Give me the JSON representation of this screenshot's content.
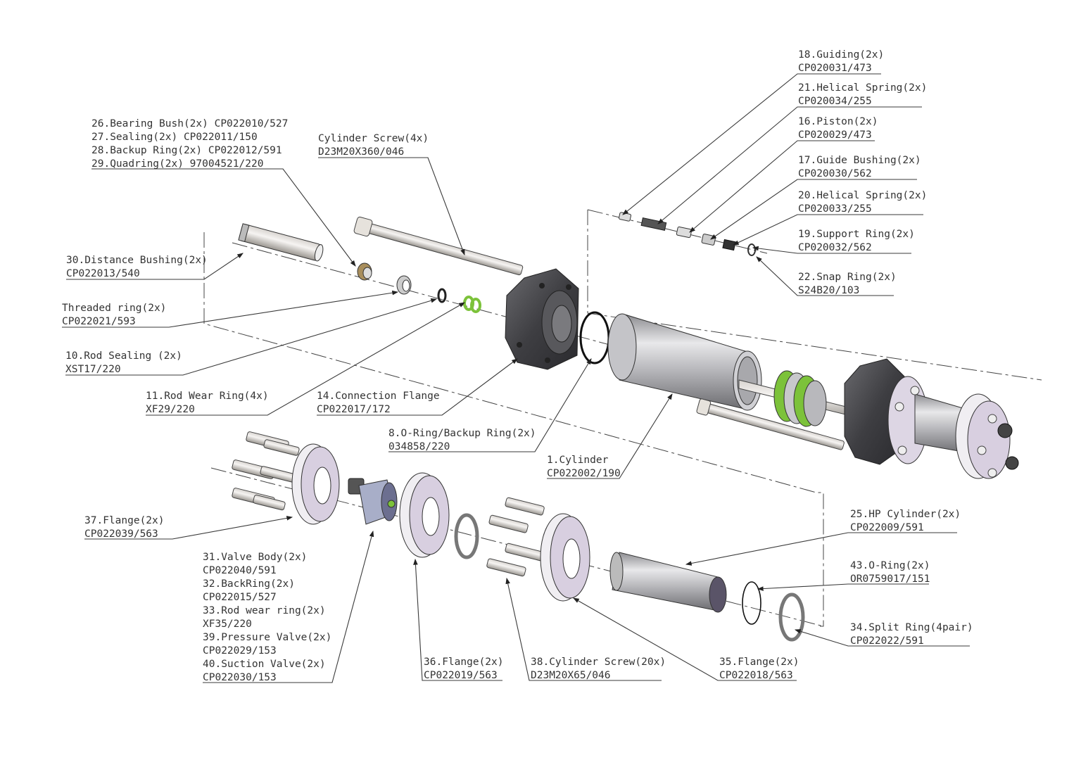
{
  "title": "Exploded assembly view – hydraulic cylinder / pump unit",
  "callouts": {
    "c26_29": [
      "26.Bearing Bush(2x) CP022010/527",
      "27.Sealing(2x) CP022011/150",
      "28.Backup Ring(2x) CP022012/591",
      "29.Quadring(2x) 97004521/220"
    ],
    "cyl_screw4": [
      "Cylinder Screw(4x)",
      "D23M20X360/046"
    ],
    "c30": [
      "30.Distance Bushing(2x)",
      "CP022013/540"
    ],
    "threaded": [
      "Threaded ring(2x)",
      "CP022021/593"
    ],
    "c10": [
      "10.Rod Sealing (2x)",
      "XST17/220"
    ],
    "c11": [
      "11.Rod Wear Ring(4x)",
      "XF29/220"
    ],
    "c14": [
      "14.Connection Flange",
      "CP022017/172"
    ],
    "c8": [
      "8.O-Ring/Backup Ring(2x)",
      "034858/220"
    ],
    "c1": [
      "1.Cylinder",
      "CP022002/190"
    ],
    "c18": [
      "18.Guiding(2x)",
      "CP020031/473"
    ],
    "c21": [
      "21.Helical Spring(2x)",
      "CP020034/255"
    ],
    "c16": [
      "16.Piston(2x)",
      "CP020029/473"
    ],
    "c17": [
      "17.Guide Bushing(2x)",
      "CP020030/562"
    ],
    "c20": [
      "20.Helical Spring(2x)",
      "CP020033/255"
    ],
    "c19": [
      "19.Support Ring(2x)",
      "CP020032/562"
    ],
    "c22": [
      "22.Snap Ring(2x)",
      "S24B20/103"
    ],
    "c37": [
      "37.Flange(2x)",
      "CP022039/563"
    ],
    "c31_40": [
      "31.Valve Body(2x)",
      "CP022040/591",
      "32.BackRing(2x)",
      "CP022015/527",
      "33.Rod wear ring(2x)",
      "XF35/220",
      "39.Pressure Valve(2x)",
      "CP022029/153",
      "40.Suction Valve(2x)",
      "CP022030/153"
    ],
    "c36": [
      "36.Flange(2x)",
      "CP022019/563"
    ],
    "c38": [
      "38.Cylinder Screw(20x)",
      "D23M20X65/046"
    ],
    "c35": [
      "35.Flange(2x)",
      "CP022018/563"
    ],
    "c25": [
      "25.HP Cylinder(2x)",
      "CP022009/591"
    ],
    "c43": [
      "43.O-Ring(2x)",
      "OR0759017/151"
    ],
    "c34": [
      "34.Split Ring(4pair)",
      "CP022022/591"
    ]
  },
  "colors": {
    "seal_green": "#7cc23a",
    "flange_lilac": "#d8cfe0",
    "steel_dark": "#4a4a4e",
    "steel_light": "#c8c8cc"
  }
}
